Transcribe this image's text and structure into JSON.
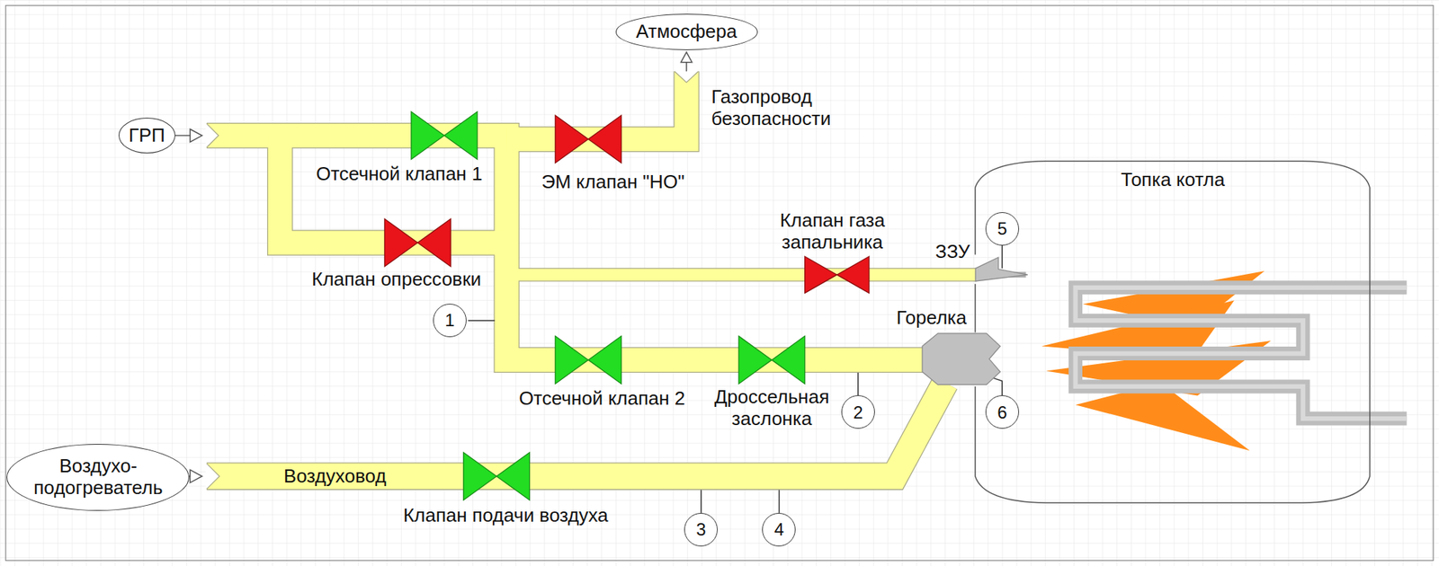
{
  "diagram": {
    "nodes": [
      {
        "text": [
          "Атмосфера"
        ]
      },
      {
        "text": [
          "ГРП"
        ]
      },
      {
        "text": [
          "Топка котла"
        ]
      },
      {
        "text": [
          "5"
        ],
        "in": 2
      },
      {
        "text": [
          "1"
        ]
      },
      {
        "text": [
          "2"
        ]
      },
      {
        "text": [
          "6"
        ],
        "in": 2
      },
      {
        "text": [
          "Воздухо- подогреватель"
        ]
      },
      {
        "text": [
          "3"
        ]
      },
      {
        "text": [
          "4"
        ]
      }
    ],
    "labels": [
      "Газопровод безопасности",
      "Отсечной клапан 1",
      "ЭМ клапан \"НО\"",
      "Клапан газа запальника",
      "ЗЗУ",
      "Клапан опрессовки",
      "Горелка",
      "Отсечной клапан 2",
      "Дроссельная заслонка",
      "Воздуховод",
      "Клапан подачи воздуха"
    ]
  }
}
